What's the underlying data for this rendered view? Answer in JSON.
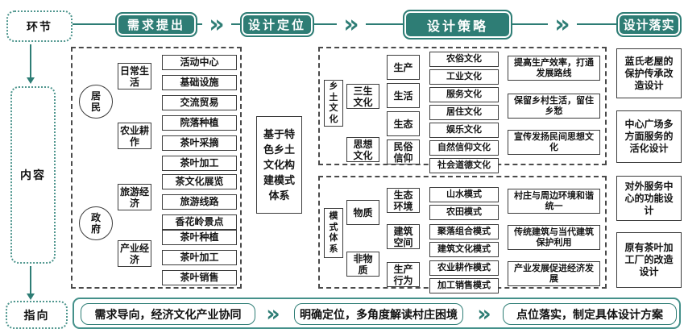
{
  "colors": {
    "teal": "#2E7D75",
    "border_dark": "#3c3c3c"
  },
  "icons": {
    "chevron": "»"
  },
  "top": {
    "label": "环节",
    "stages": [
      "需求提出",
      "设计定位",
      "设计策略",
      "设计落实"
    ]
  },
  "left": {
    "content_label": "内容",
    "direction_label": "指向"
  },
  "core": {
    "title": "基于特色乡土文化构建模式体系"
  },
  "p1": {
    "actors": [
      "居民",
      "政府"
    ],
    "groups": [
      {
        "label": "日常生活",
        "items": [
          "活动中心",
          "基础设施",
          "交流贸易"
        ]
      },
      {
        "label": "农业耕作",
        "items": [
          "院落种植",
          "茶叶采摘",
          "茶叶加工"
        ]
      },
      {
        "label": "旅游经济",
        "items": [
          "茶文化展览",
          "旅游线路",
          "香花岭景点"
        ]
      },
      {
        "label": "产业经济",
        "items": [
          "茶叶种植",
          "茶叶加工",
          "茶叶销售"
        ]
      }
    ]
  },
  "p2": {
    "root": "乡土文化",
    "cats": [
      "三生文化",
      "思想文化"
    ],
    "mids": [
      "生产",
      "生活",
      "生态",
      "民俗信仰"
    ],
    "cultures": [
      "农俗文化",
      "工业文化",
      "服务文化",
      "居住文化",
      "娱乐文化",
      "自然信仰文化",
      "社会道德文化"
    ],
    "outcomes": [
      "提高生产效率，打通发展路线",
      "保留乡村生活，留住乡愁",
      "宣传发扬民间思想文化"
    ]
  },
  "p3": {
    "root": "模式体系",
    "cats": [
      "物质",
      "非物质"
    ],
    "mids": [
      "生态环境",
      "建筑空间",
      "生产行为"
    ],
    "modes": [
      "山水模式",
      "农田模式",
      "聚落组合模式",
      "建筑文化模式",
      "农业耕作模式",
      "加工销售模式"
    ],
    "outcomes": [
      "村庄与周边环境和谐统一",
      "传统建筑与当代建筑保护利用",
      "产业发展促进经济发展"
    ]
  },
  "impl": {
    "items": [
      "蓝氏老屋的保护传承改造设计",
      "中心广场多方面服务的活化设计",
      "对外服务中心的功能设计",
      "原有茶叶加工厂的改造设计"
    ]
  },
  "bottom": {
    "items": [
      "需求导向，经济文化产业协同",
      "明确定位，多角度解读村庄困境",
      "点位落实，制定具体设计方案"
    ]
  }
}
